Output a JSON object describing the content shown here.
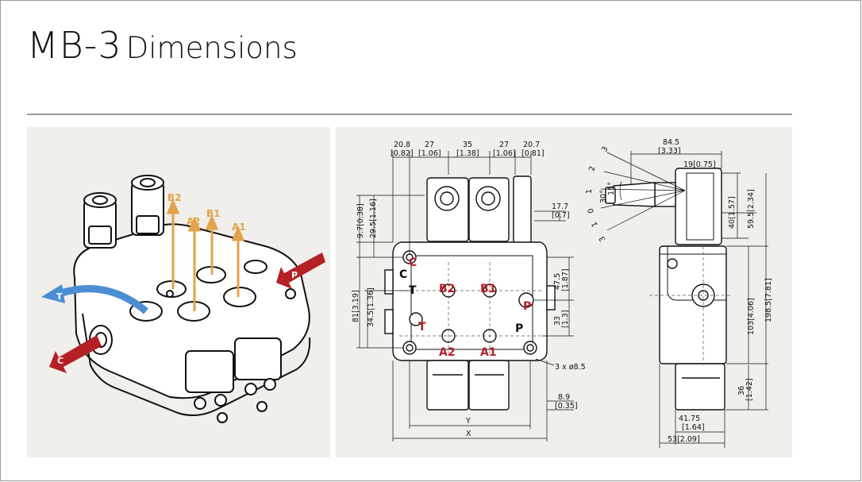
{
  "header": {
    "title_model": "MB-3",
    "title_word": "Dimensions"
  },
  "iso_view": {
    "flow_labels": [
      "B2",
      "A2",
      "B1",
      "A1"
    ],
    "arrow_labels": {
      "tank": "T",
      "pressure": "P",
      "carry": "C"
    },
    "colors": {
      "flow": "#e2a34a",
      "tank": "#4b8ed3",
      "pressure": "#b32025",
      "carry": "#b32025"
    }
  },
  "front_view": {
    "top_dims": [
      {
        "mm": "20.8",
        "in": "[0.82]"
      },
      {
        "mm": "27",
        "in": "[1.06]"
      },
      {
        "mm": "35",
        "in": "[1.38]"
      },
      {
        "mm": "27",
        "in": "[1.06]"
      },
      {
        "mm": "20.7",
        "in": "[0.81]"
      }
    ],
    "left_dims": {
      "d97": "9.7[0.38]",
      "d295": "29.5[1.16]",
      "d81": "81[3.19]",
      "d345": "34.5[1.36]"
    },
    "right_dims": {
      "d177_mm": "17.7",
      "d177_in": "[0.7]",
      "d475_mm": "47.5",
      "d475_in": "[1.87]",
      "d33_mm": "33",
      "d33_in": "[1.3]",
      "holes": "3 x ø8.5",
      "d89_mm": "8.9",
      "d89_in": "[0.35]"
    },
    "bottom_dims": {
      "y": "Y",
      "x": "X"
    },
    "ports_red": [
      "C",
      "B2",
      "B1",
      "P",
      "T",
      "A2",
      "A1"
    ],
    "ports_black": [
      "C",
      "T",
      "P"
    ],
    "port_color": "#b32025"
  },
  "side_view": {
    "top_dim_mm": "84.5",
    "top_dim_in": "[3.33]",
    "d19": "19[0.75]",
    "angles": [
      "3",
      "2",
      "1",
      "0",
      "1",
      "3"
    ],
    "angle_15": "15°",
    "angle_30": "30°",
    "d40": "40[1.57]",
    "d595": "59.5[2.34]",
    "d103": "103[4.06]",
    "d1985": "198.5[7.81]",
    "d36_mm": "36",
    "d36_in": "[1.42]",
    "d4175_mm": "41.75",
    "d4175_in": "[1.64]",
    "d53": "53[2.09]"
  }
}
